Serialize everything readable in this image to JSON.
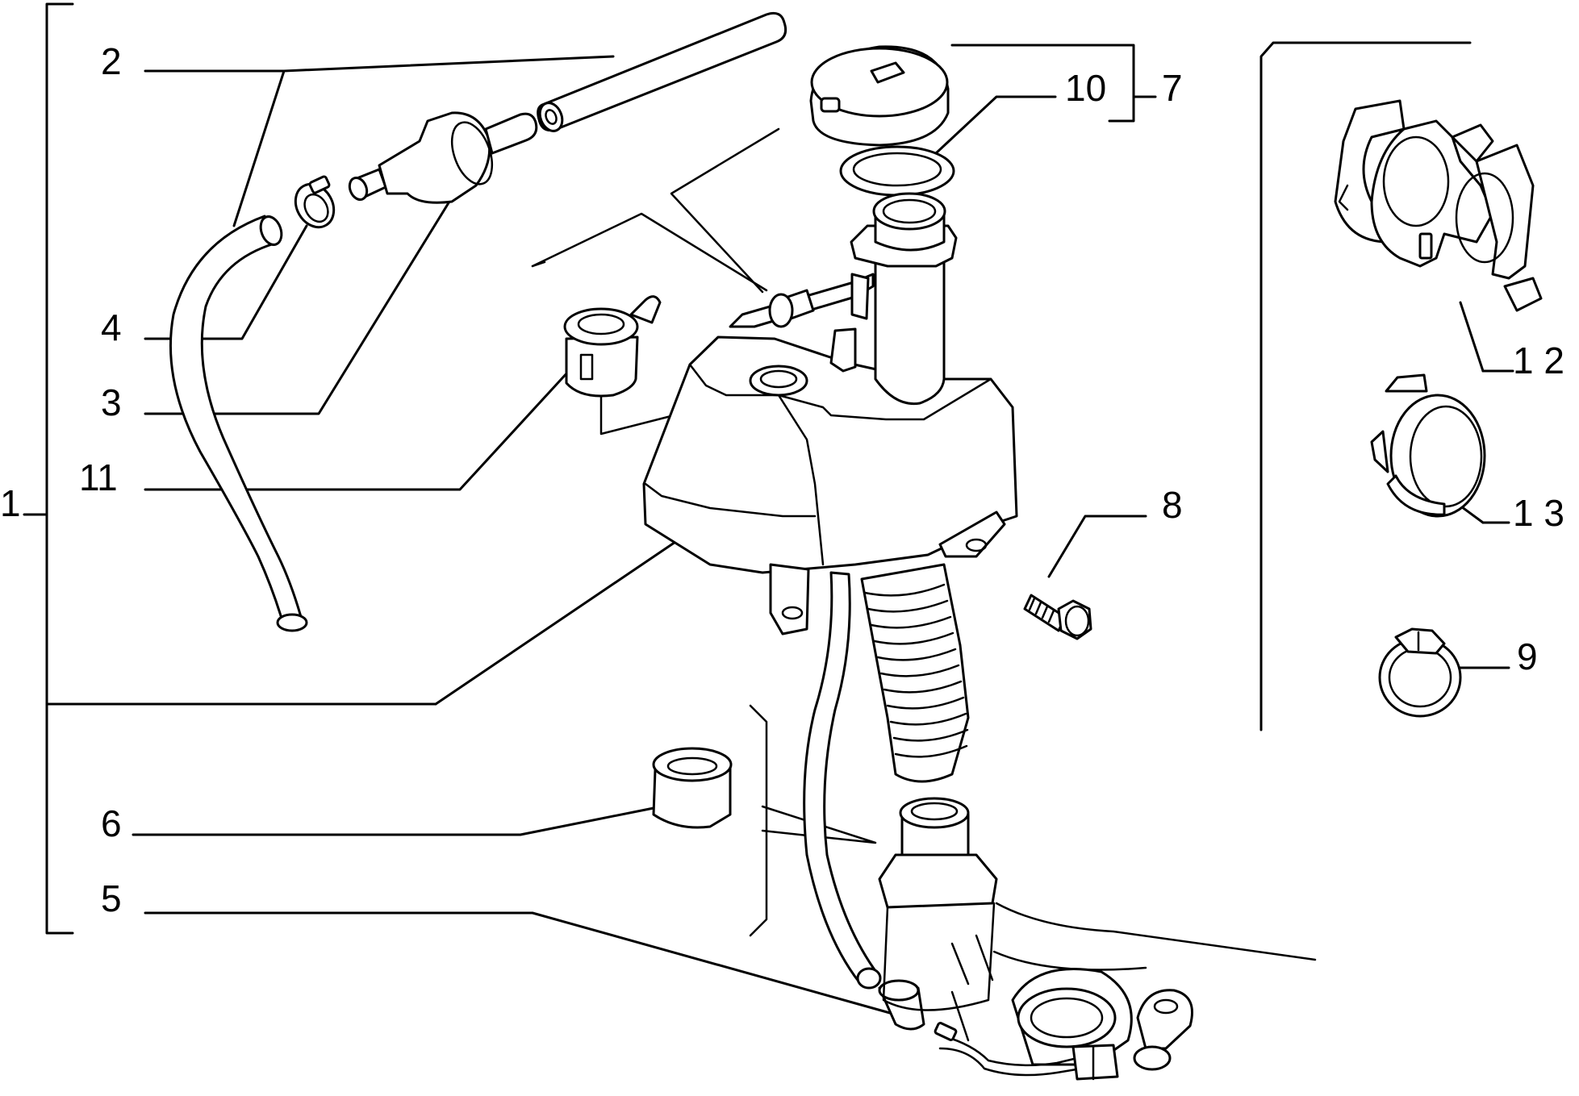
{
  "labels": {
    "l1": "1",
    "l2": "2",
    "l3": "3",
    "l4": "4",
    "l5": "5",
    "l6": "6",
    "l7": "7",
    "l8": "8",
    "l9": "9",
    "l10": "10",
    "l11": "11",
    "l12": "1 2",
    "l13": "1 3"
  }
}
